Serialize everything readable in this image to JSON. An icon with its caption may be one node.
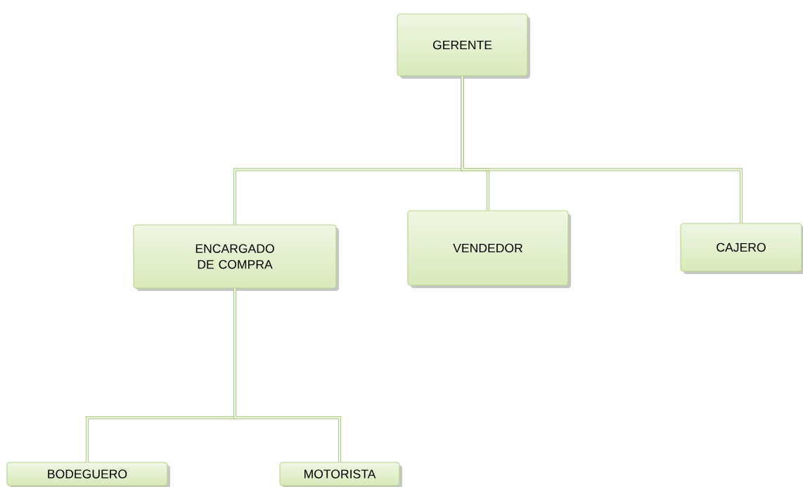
{
  "diagram": {
    "nodes": [
      {
        "text": [
          "GERENTE"
        ]
      },
      {
        "text": [
          "ENCARGADO DE COMPRA"
        ]
      },
      {
        "text": [
          "VENDEDOR"
        ]
      },
      {
        "text": [
          "CAJERO"
        ]
      },
      {
        "text": [
          "BODEGUERO"
        ]
      },
      {
        "text": [
          "MOTORISTA"
        ]
      }
    ],
    "edges": [
      {
        "from": 0,
        "to": 1,
        "arrow": "none"
      },
      {
        "from": 0,
        "to": 2,
        "arrow": "none"
      },
      {
        "from": 0,
        "to": 3,
        "arrow": "none"
      },
      {
        "from": 1,
        "to": 4,
        "arrow": "none"
      },
      {
        "from": 1,
        "to": 5,
        "arrow": "none"
      }
    ]
  }
}
